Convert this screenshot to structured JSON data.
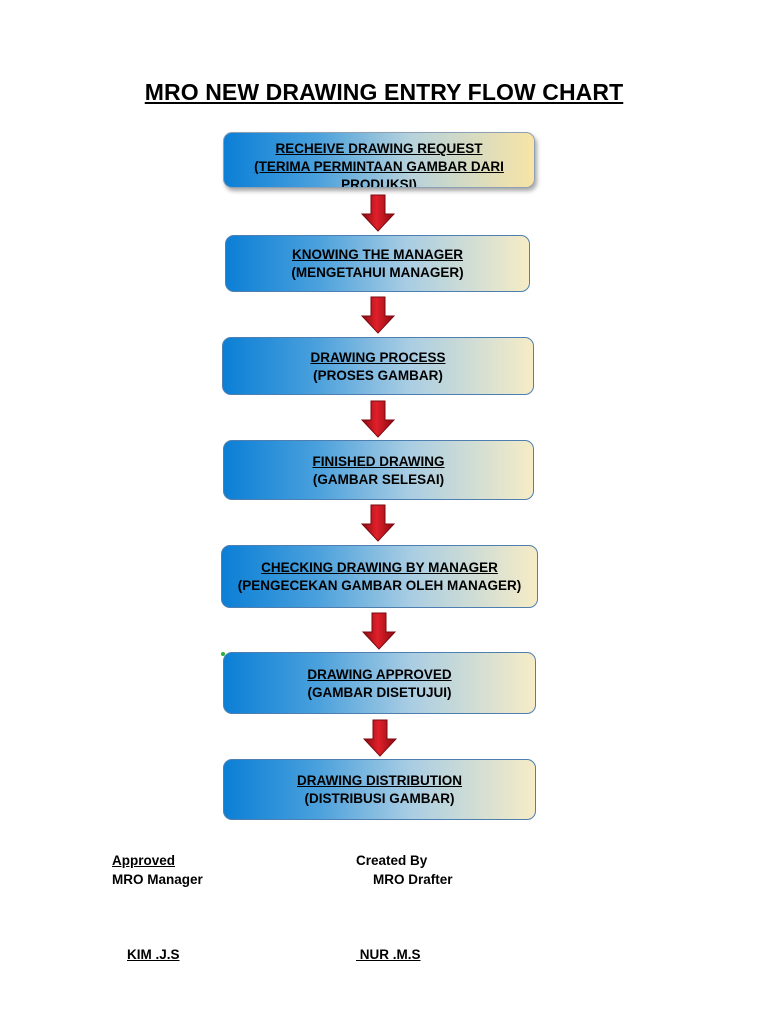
{
  "title": "MRO NEW DRAWING ENTRY FLOW CHART",
  "steps": [
    {
      "line1": "RECHEIVE DRAWING REQUEST",
      "line2": "(TERIMA PERMINTAAN GAMBAR DARI PRODUKSI)"
    },
    {
      "line1": "KNOWING THE MANAGER",
      "line2": "(MENGETAHUI MANAGER)"
    },
    {
      "line1": "DRAWING PROCESS",
      "line2": "(PROSES GAMBAR)"
    },
    {
      "line1": "FINISHED DRAWING",
      "line2": "(GAMBAR SELESAI)"
    },
    {
      "line1": "CHECKING DRAWING BY MANAGER",
      "line2": "(PENGECEKAN GAMBAR OLEH MANAGER)"
    },
    {
      "line1": "DRAWING APPROVED",
      "line2": "(GAMBAR DISETUJUI)"
    },
    {
      "line1": "DRAWING DISTRIBUTION",
      "line2": "(DISTRIBUSI GAMBAR)"
    }
  ],
  "signatures": {
    "approved": {
      "label": "Approved",
      "role": "MRO Manager",
      "name": "KIM .J.S"
    },
    "created": {
      "label": "Created By",
      "role": "MRO Drafter",
      "name": " NUR .M.S"
    }
  },
  "colors": {
    "box_gradient_start": "#0b7fd6",
    "box_gradient_end": "#f6ecc6",
    "arrow": "#c0101a"
  },
  "icons": {
    "arrow": "down-arrow-icon"
  }
}
